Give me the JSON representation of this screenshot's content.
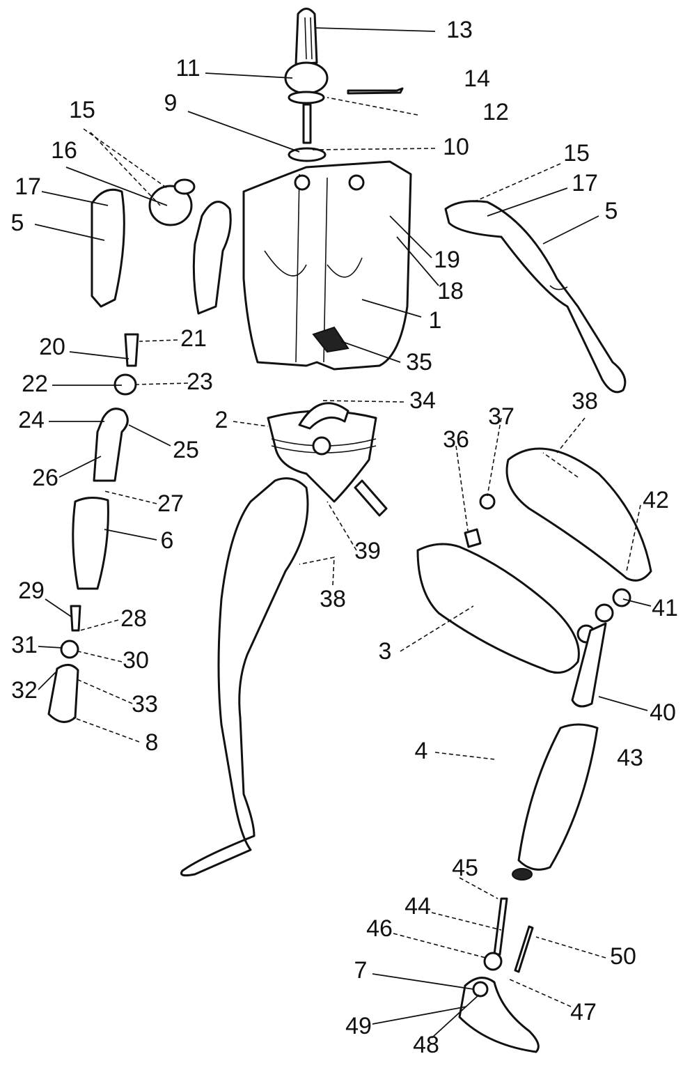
{
  "figure": {
    "labels": [
      "13",
      "11",
      "14",
      "9",
      "12",
      "15",
      "10",
      "15",
      "16",
      "17",
      "17",
      "5",
      "5",
      "19",
      "18",
      "1",
      "21",
      "20",
      "35",
      "22",
      "23",
      "34",
      "38",
      "24",
      "2",
      "37",
      "25",
      "36",
      "26",
      "42",
      "27",
      "6",
      "39",
      "29",
      "38",
      "28",
      "41",
      "31",
      "3",
      "30",
      "32",
      "33",
      "40",
      "8",
      "4",
      "43",
      "45",
      "44",
      "46",
      "50",
      "7",
      "47",
      "49",
      "48"
    ]
  }
}
